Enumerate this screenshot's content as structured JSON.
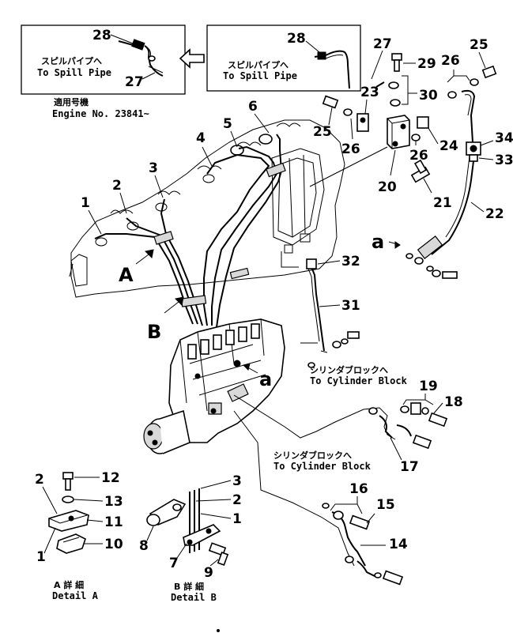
{
  "callouts": [
    {
      "id": "n28a",
      "text": "28"
    },
    {
      "id": "n27a",
      "text": "27"
    },
    {
      "id": "n28b",
      "text": "28"
    },
    {
      "id": "n27b",
      "text": "27"
    },
    {
      "id": "n29",
      "text": "29"
    },
    {
      "id": "n26a",
      "text": "26"
    },
    {
      "id": "n25a",
      "text": "25"
    },
    {
      "id": "n30",
      "text": "30"
    },
    {
      "id": "n23",
      "text": "23"
    },
    {
      "id": "n25b",
      "text": "25"
    },
    {
      "id": "n26b",
      "text": "26"
    },
    {
      "id": "n26c",
      "text": "26"
    },
    {
      "id": "n24",
      "text": "24"
    },
    {
      "id": "n34",
      "text": "34"
    },
    {
      "id": "n33",
      "text": "33"
    },
    {
      "id": "n20",
      "text": "20"
    },
    {
      "id": "n21",
      "text": "21"
    },
    {
      "id": "n22",
      "text": "22"
    },
    {
      "id": "n6",
      "text": "6"
    },
    {
      "id": "n5",
      "text": "5"
    },
    {
      "id": "n4",
      "text": "4"
    },
    {
      "id": "n3",
      "text": "3"
    },
    {
      "id": "n2",
      "text": "2"
    },
    {
      "id": "n1",
      "text": "1"
    },
    {
      "id": "n32",
      "text": "32"
    },
    {
      "id": "n31",
      "text": "31"
    },
    {
      "id": "n19",
      "text": "19"
    },
    {
      "id": "n18",
      "text": "18"
    },
    {
      "id": "n17",
      "text": "17"
    },
    {
      "id": "n16",
      "text": "16"
    },
    {
      "id": "n15",
      "text": "15"
    },
    {
      "id": "n14",
      "text": "14"
    },
    {
      "id": "n12",
      "text": "12"
    },
    {
      "id": "n13",
      "text": "13"
    },
    {
      "id": "n11",
      "text": "11"
    },
    {
      "id": "n10",
      "text": "10"
    },
    {
      "id": "dA2",
      "text": "2"
    },
    {
      "id": "dA1",
      "text": "1"
    },
    {
      "id": "dB3",
      "text": "3"
    },
    {
      "id": "dB2",
      "text": "2"
    },
    {
      "id": "dB1",
      "text": "1"
    },
    {
      "id": "dB8",
      "text": "8"
    },
    {
      "id": "dB7",
      "text": "7"
    },
    {
      "id": "dB9",
      "text": "9"
    }
  ],
  "view_markers": {
    "A": "A",
    "B": "B",
    "a_top": "a",
    "a_pump": "a"
  },
  "inset_left": {
    "jp": "スピルパイプへ",
    "en": "To Spill Pipe"
  },
  "inset_right": {
    "jp": "スピルパイプへ",
    "en": "To Spill Pipe"
  },
  "serial": {
    "jp": "適用号機",
    "en": "Engine No. 23841~"
  },
  "cyl_block_1": {
    "jp": "シリンダブロックへ",
    "en": "To Cylinder Block"
  },
  "cyl_block_2": {
    "jp": "シリンダブロックへ",
    "en": "To Cylinder Block"
  },
  "detail_a": {
    "jp": "A 詳 細",
    "en": "Detail A"
  },
  "detail_b": {
    "jp": "B 詳 細",
    "en": "Detail B"
  }
}
